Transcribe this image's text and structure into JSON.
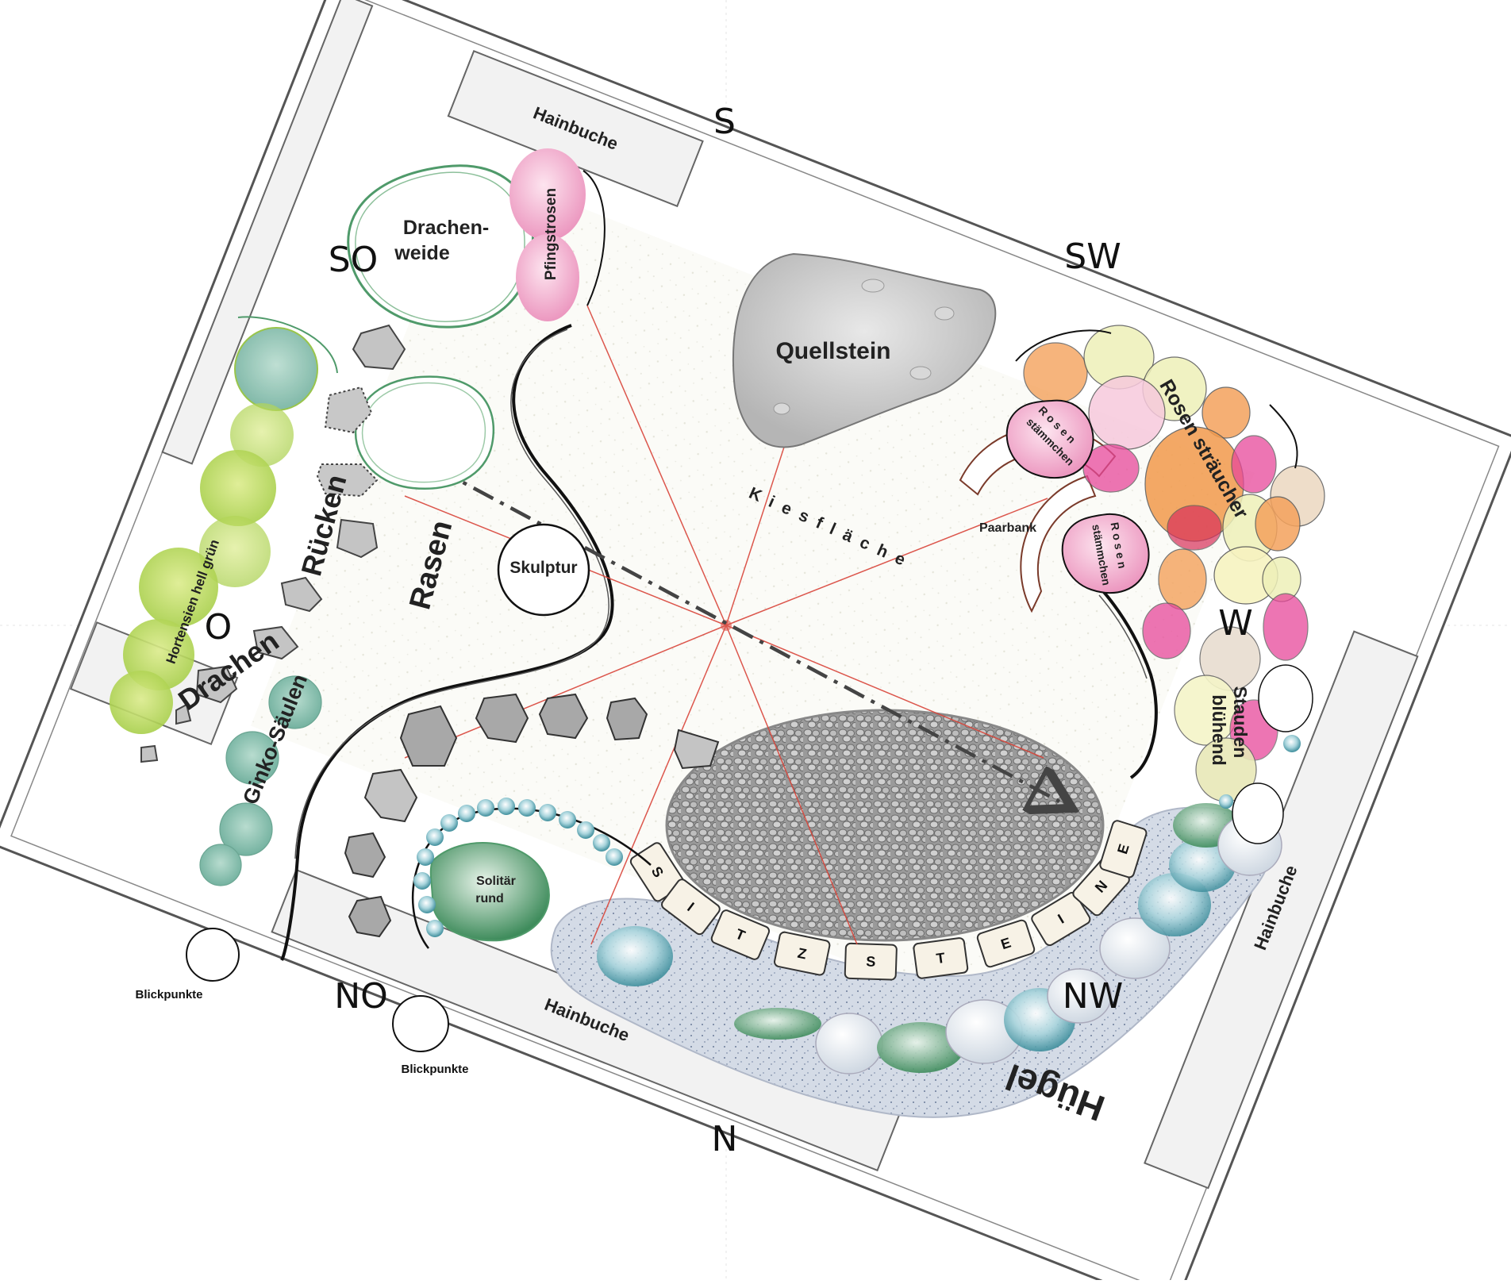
{
  "compass": {
    "s": "S",
    "sw": "SW",
    "w": "W",
    "nw": "NW",
    "n": "N",
    "no": "NO",
    "o": "O",
    "so": "SO"
  },
  "hedges": {
    "top": "Hainbuche",
    "right": "Hainbuche",
    "bottom": "Hainbuche"
  },
  "plants": {
    "drachenweide_1": "Drachen-",
    "drachenweide_2": "weide",
    "pfingstrosen": "Pfingstrosen",
    "hortensien": "Hortensien hell grün",
    "ginko": "Ginko-Säulen",
    "solitaer_1": "Solitär",
    "solitaer_2": "rund",
    "rosenstraeucher": "Rosen sträucher",
    "rosenstaemmchen_a_1": "Rosen",
    "rosenstaemmchen_a_2": "stämmchen",
    "rosenstaemmchen_b_1": "Rosen",
    "rosenstaemmchen_b_2": "stämmchen",
    "stauden_1": "Stauden",
    "stauden_2": "blühend"
  },
  "areas": {
    "rasen": "Rasen",
    "kiesflaeche": "Kiesfläche",
    "quellstein": "Quellstein",
    "skulptur": "Skulptur",
    "paarbank": "Paarbank",
    "huegel": "Hügel",
    "drachen": "Drachen",
    "ruecken": "Rücken"
  },
  "sitzsteine": [
    "S",
    "I",
    "T",
    "Z",
    "S",
    "T",
    "E",
    "I",
    "N",
    "E"
  ],
  "viewpoints": {
    "a": "Blickpunkte",
    "b": "Blickpunkte"
  },
  "colors": {
    "lawn_outline": "#4f9a6a",
    "accent_red": "#d9453a",
    "hedge": "#f2f2f2"
  }
}
